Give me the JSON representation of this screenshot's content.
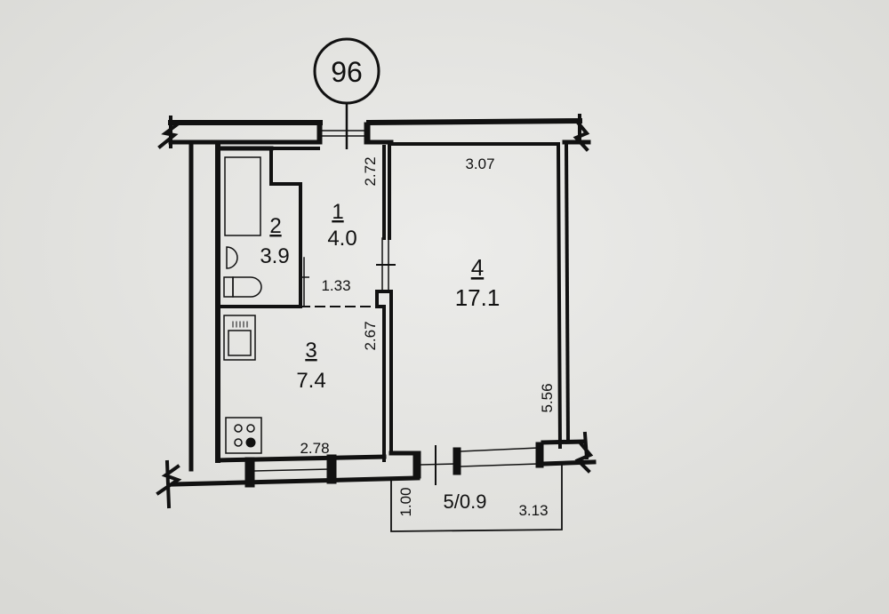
{
  "apartment_number": "96",
  "rooms": [
    {
      "number": "1",
      "area": "4.0"
    },
    {
      "number": "2",
      "area": "3.9"
    },
    {
      "number": "3",
      "area": "7.4"
    },
    {
      "number": "4",
      "area": "17.1"
    }
  ],
  "balcony": {
    "label": "5/0.9",
    "depth": "1.00",
    "width": "3.13"
  },
  "dimensions": {
    "corridor_length": "2.72",
    "corridor_width": "1.33",
    "kitchen_length": "2.67",
    "kitchen_width": "2.78",
    "room_width": "3.07",
    "room_length": "5.56"
  },
  "colors": {
    "background": "#e4e4e0",
    "ink": "#111111"
  }
}
